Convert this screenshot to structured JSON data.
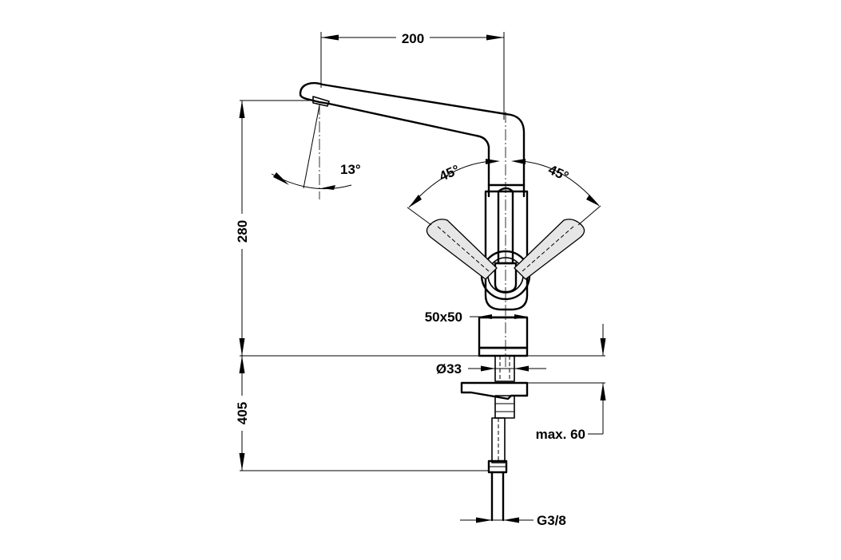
{
  "drawing": {
    "dimensions": {
      "spout_reach": "200",
      "spout_angle": "13°",
      "lever_left": "45°",
      "lever_right": "45°",
      "height_above": "280",
      "body_size": "50x50",
      "hole_diameter": "Ø33",
      "depth_below": "405",
      "max_thickness": "max. 60",
      "connection": "G3/8"
    }
  }
}
